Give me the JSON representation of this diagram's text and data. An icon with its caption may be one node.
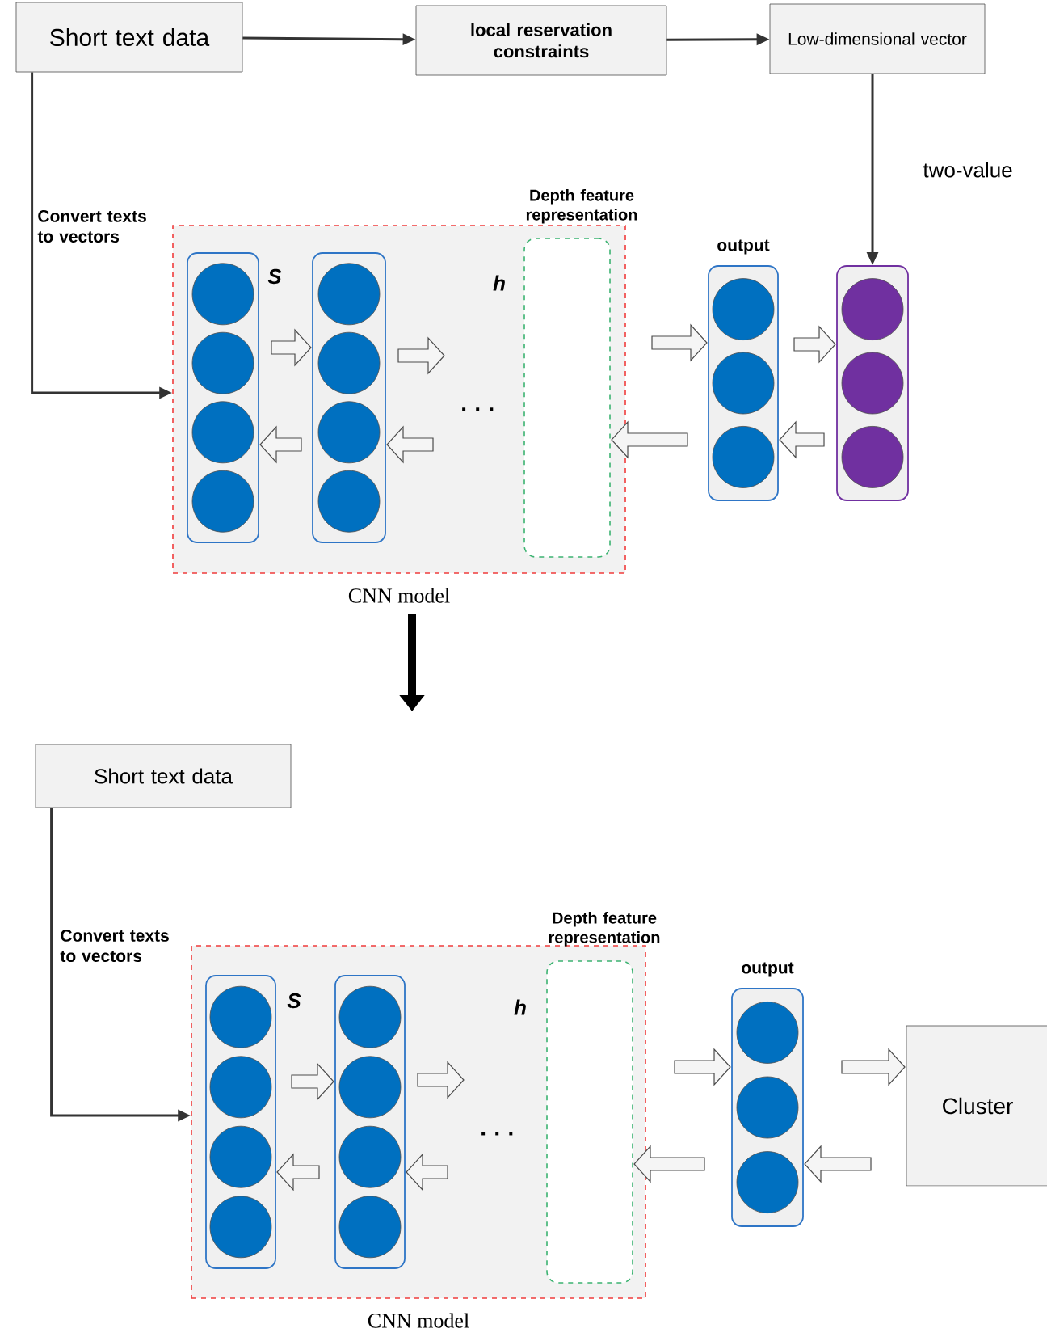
{
  "diagram": {
    "nodes": [
      {
        "text": [
          "Short text data"
        ]
      },
      {
        "text": [
          "local reservation constraints"
        ]
      },
      {
        "text": [
          "Low-dimensional vector"
        ]
      },
      {
        "text": [
          "CNN model"
        ]
      },
      {
        "text": [],
        "shape": "box",
        "in": 3
      },
      {
        "text": [],
        "shape": "box",
        "in": 3
      },
      {
        "text": [
          "· · ·"
        ],
        "in": 3
      },
      {
        "text": [
          "Depth feature representation"
        ],
        "in": 3
      },
      {
        "text": [
          "output"
        ]
      },
      {
        "text": [],
        "shape": "box"
      },
      {
        "text": [
          "Short text data"
        ]
      },
      {
        "text": [
          "CNN model"
        ]
      },
      {
        "text": [],
        "shape": "box",
        "in": 11
      },
      {
        "text": [],
        "shape": "box",
        "in": 11
      },
      {
        "text": [
          "· · ·"
        ],
        "in": 11
      },
      {
        "text": [
          "Depth feature representation"
        ],
        "in": 11
      },
      {
        "text": [
          "output"
        ]
      },
      {
        "text": [
          "Cluster"
        ]
      }
    ],
    "edges": [
      {
        "from": 0,
        "to": 1,
        "arrow": "to"
      },
      {
        "from": 1,
        "to": 2,
        "arrow": "to"
      },
      {
        "from": 2,
        "to": 9,
        "arrow": "to",
        "label": "two-value"
      },
      {
        "from": 0,
        "to": 3,
        "arrow": "to",
        "label": "Convert texts to vectors"
      },
      {
        "from": 4,
        "to": 5,
        "arrow": "to",
        "style": "thick"
      },
      {
        "from": 5,
        "to": 4,
        "arrow": "to",
        "style": "thick"
      },
      {
        "from": 5,
        "to": 6,
        "arrow": "to",
        "style": "thick"
      },
      {
        "from": 6,
        "to": 5,
        "arrow": "to",
        "style": "thick"
      },
      {
        "from": 7,
        "to": 8,
        "arrow": "to",
        "style": "thick"
      },
      {
        "from": 8,
        "to": 7,
        "arrow": "to",
        "style": "thick"
      },
      {
        "from": 8,
        "to": 9,
        "arrow": "to",
        "style": "thick"
      },
      {
        "from": 9,
        "to": 8,
        "arrow": "to",
        "style": "thick"
      },
      {
        "from": 10,
        "to": 11,
        "arrow": "to",
        "label": "Convert texts to vectors"
      },
      {
        "from": 12,
        "to": 13,
        "arrow": "to",
        "style": "thick"
      },
      {
        "from": 13,
        "to": 12,
        "arrow": "to",
        "style": "thick"
      },
      {
        "from": 13,
        "to": 14,
        "arrow": "to",
        "style": "thick"
      },
      {
        "from": 14,
        "to": 13,
        "arrow": "to",
        "style": "thick"
      },
      {
        "from": 15,
        "to": 16,
        "arrow": "to",
        "style": "thick"
      },
      {
        "from": 16,
        "to": 15,
        "arrow": "to",
        "style": "thick"
      },
      {
        "from": 16,
        "to": 17,
        "arrow": "to",
        "style": "thick"
      },
      {
        "from": 17,
        "to": 16,
        "arrow": "to",
        "style": "thick"
      }
    ],
    "labels": [
      "S",
      "h",
      "S",
      "h"
    ]
  }
}
